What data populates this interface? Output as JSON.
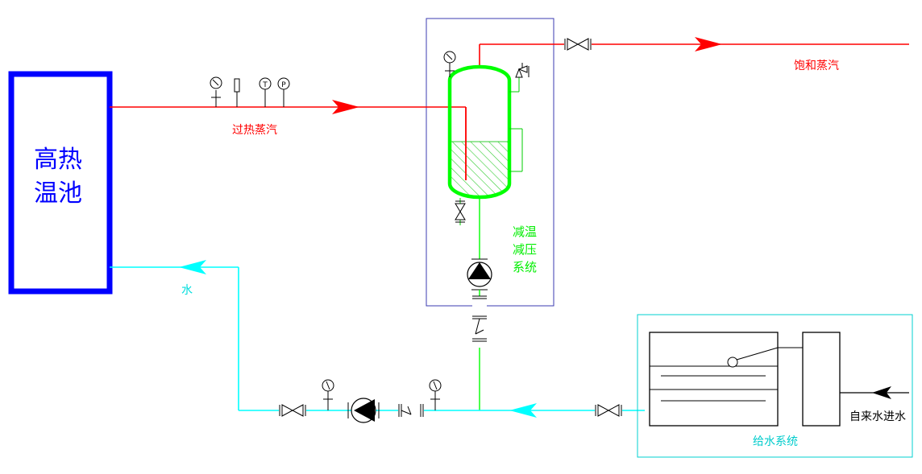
{
  "colors": {
    "steam": "#ff0000",
    "water": "#00ffff",
    "pool_border": "#0000ff",
    "pool_text": "#0000ff",
    "desuperheater": "#00ff00",
    "desuperheater_frame": "#3b3bb0",
    "feed_frame": "#00d0d0",
    "black": "#000000",
    "hatch": "#33cc33"
  },
  "labels": {
    "pool_line1": "高热",
    "pool_line2": "温池",
    "superheated_steam": "过热蒸汽",
    "saturated_steam": "饱和蒸汽",
    "water": "水",
    "desuperheat_line1": "减温",
    "desuperheat_line2": "减压",
    "desuperheat_line3": "系统",
    "feed_system": "给水系统",
    "tap_water_in": "自来水进水",
    "temp_symbol": "T",
    "pressure_symbol": "P"
  }
}
